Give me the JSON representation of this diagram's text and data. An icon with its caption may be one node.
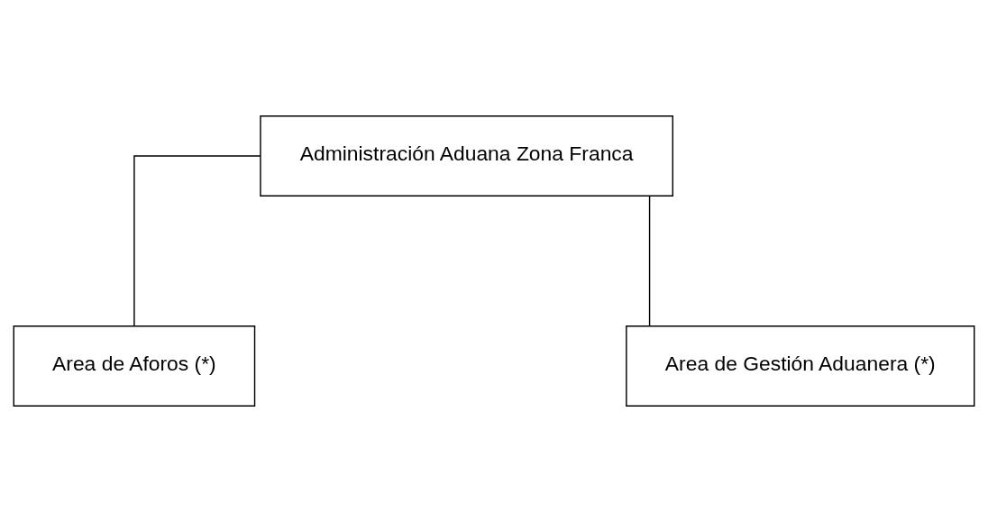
{
  "diagram": {
    "nodes": [
      {
        "text": [
          "Administración Aduana Zona Franca"
        ]
      },
      {
        "text": [
          "Area de Aforos (*)"
        ]
      },
      {
        "text": [
          "Area de Gestión Aduanera (*)"
        ]
      }
    ],
    "edges": [
      {
        "from": 0,
        "to": 1,
        "arrow": "none"
      },
      {
        "from": 0,
        "to": 2,
        "arrow": "none"
      }
    ]
  }
}
